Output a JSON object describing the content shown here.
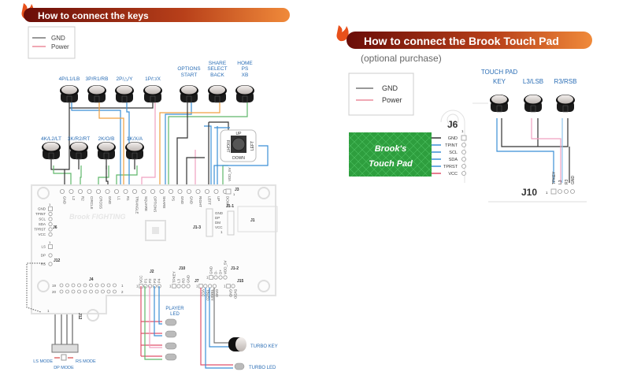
{
  "left": {
    "title": "How to connect the keys",
    "legend": {
      "gnd": "GND",
      "power": "Power"
    },
    "top_buttons": [
      "4P/L1/LB",
      "3P/R1/RB",
      "2P/△/Y",
      "1P/□/X"
    ],
    "system_buttons": [
      [
        "OPTIONS",
        "START"
      ],
      [
        "SHARE",
        "SELECT",
        "BACK"
      ],
      [
        "HOME",
        "PS",
        "XB"
      ]
    ],
    "bottom_buttons": [
      "4K/L2/LT",
      "3K/R2/RT",
      "2K/O/B",
      "1K/X/A"
    ],
    "joystick": {
      "up": "UP",
      "down": "DOWN",
      "left": "LEFT",
      "right": "RIGHT"
    },
    "header_pins": [
      "GND",
      "L2",
      "R2",
      "CIRCLE",
      "CROSS",
      "GND",
      "L1",
      "R1",
      "TRIANGLE",
      "SQUARE",
      "OPTIONS",
      "SHARE",
      "PS",
      "GND",
      "GND",
      "RIGHT",
      "LEFT",
      "UP",
      "DOWN"
    ],
    "j3": {
      "label": "J3",
      "pin": "1",
      "extra": "VDD_5V"
    },
    "board_logo": "Brook FIGHTING",
    "j6": {
      "label": "J6",
      "pin": "1",
      "pins": [
        "GND",
        "TPINT",
        "SCL",
        "SDA",
        "TPRST",
        "VCC"
      ]
    },
    "j12": {
      "label": "J12",
      "pin": "1",
      "pins": [
        "LS",
        "DP",
        "RS"
      ]
    },
    "j4": {
      "label": "J4",
      "left": [
        "19",
        "20"
      ],
      "right": [
        "1",
        "2"
      ]
    },
    "j1": {
      "label": "J1",
      "j1_1": "J1-1",
      "j1_3": "J1-3",
      "pins": [
        "GND",
        "DP",
        "DM",
        "VCC"
      ],
      "pin": "1"
    },
    "j2": {
      "label": "J2",
      "pins": [
        "VCC",
        "P1",
        "P2",
        "P3",
        "P4"
      ],
      "pin": "1"
    },
    "j10": {
      "label": "J10",
      "pins": [
        "TPKEY",
        "L3",
        "R3",
        "GND"
      ],
      "pin": "1"
    },
    "j1_2": {
      "label": "J1-2",
      "pins": [
        "GND",
        "D-",
        "D+",
        "VDD_5V"
      ],
      "pin": "1"
    },
    "j7": {
      "label": "J7",
      "pins": [
        "VCC",
        "TBLED",
        "TBKEY",
        "GND"
      ],
      "pin": "1"
    },
    "j15": {
      "label": "J15",
      "pins": [
        "GND",
        "5VDD"
      ],
      "pin": "1"
    },
    "player_led": [
      "PLAYER",
      "LED"
    ],
    "turbo_key": "TURBO KEY",
    "turbo_led": "TURBO LED",
    "j12_bottom": {
      "label": "J12",
      "pins": [
        "LS",
        "DP",
        "RS"
      ],
      "pin": "1"
    },
    "modes": {
      "ls": "LS MODE",
      "rs": "RS MODE",
      "dp": "DP MODE"
    }
  },
  "right": {
    "title": "How to connect the Brook Touch Pad",
    "subtitle": "(optional purchase)",
    "legend": {
      "gnd": "GND",
      "power": "Power"
    },
    "touch_pad": [
      "Brook's",
      "Touch Pad"
    ],
    "j6": {
      "label": "J6",
      "pin": "1",
      "pins": [
        "GND",
        "TPINT",
        "SCL",
        "SDA",
        "TPRST",
        "VCC"
      ]
    },
    "buttons": [
      [
        "TOUCH PAD",
        "KEY"
      ],
      [
        "",
        "L3/LSB"
      ],
      [
        "",
        "R3/RSB"
      ]
    ],
    "j10": {
      "label": "J10",
      "pin": "1",
      "pins": [
        "TPKEY",
        "L3",
        "R3",
        "GND"
      ]
    }
  },
  "colors": {
    "gnd": "#333333",
    "power": "#e0506a",
    "blue": "#3b8fd6",
    "green": "#5fb86a",
    "orange": "#f0a040",
    "pink": "#f0a0c0",
    "title_text": "#2a6db5",
    "pad_green": "#2e9e3e"
  }
}
